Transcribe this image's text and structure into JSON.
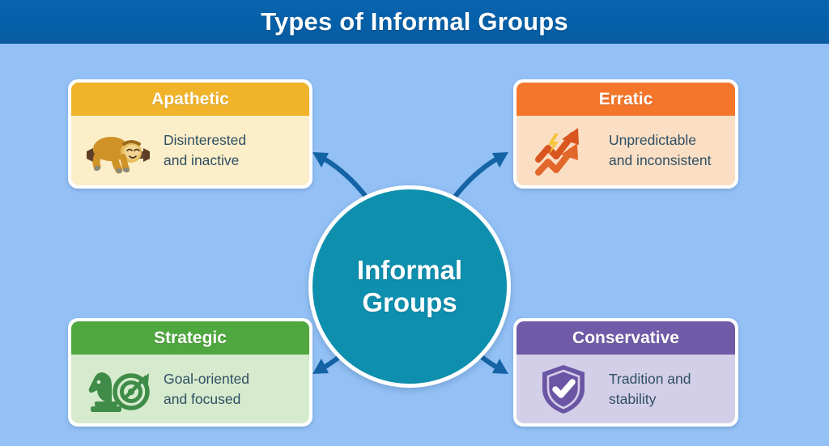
{
  "header": {
    "title": "Types of Informal Groups",
    "background_color": "#0560a8",
    "text_color": "#ffffff"
  },
  "canvas": {
    "background_color": "#93c0f5"
  },
  "center": {
    "label_line1": "Informal",
    "label_line2": "Groups",
    "fill_color": "#0e8fae",
    "ring_color": "#ffffff",
    "text_color": "#ffffff"
  },
  "arrows": {
    "color": "#1464a5",
    "count": 4,
    "description": "curved arrows from center circle to each card"
  },
  "cards": [
    {
      "id": "apathetic",
      "title": "Apathetic",
      "description_line1": "Disinterested",
      "description_line2": "and inactive",
      "icon": "sloth-icon",
      "header_color": "#f0b32a",
      "body_color": "#fbeec9",
      "position": "top-left"
    },
    {
      "id": "erratic",
      "title": "Erratic",
      "description_line1": "Unpredictable",
      "description_line2": "and inconsistent",
      "icon": "zigzag-arrows-lightning-icon",
      "header_color": "#f4762a",
      "body_color": "#fbdfc5",
      "position": "top-right"
    },
    {
      "id": "strategic",
      "title": "Strategic",
      "description_line1": "Goal-oriented",
      "description_line2": "and focused",
      "icon": "chess-knight-target-icon",
      "header_color": "#4fa73f",
      "body_color": "#d6ebcd",
      "position": "bottom-left"
    },
    {
      "id": "conservative",
      "title": "Conservative",
      "description_line1": "Tradition and",
      "description_line2": "stability",
      "icon": "shield-check-icon",
      "header_color": "#6f5ba8",
      "body_color": "#d4cfe8",
      "position": "bottom-right"
    }
  ]
}
